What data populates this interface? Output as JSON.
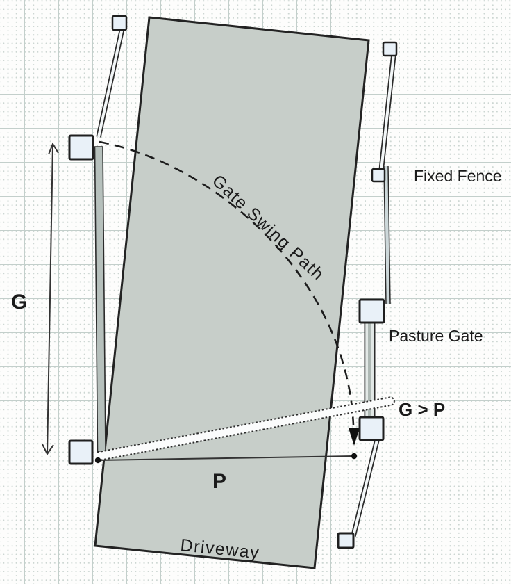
{
  "diagram": {
    "labels": {
      "fixed_fence": "Fixed Fence",
      "pasture_gate": "Pasture Gate",
      "gate_swing_path": "Gate Swing Path",
      "driveway": "Driveway",
      "gate_dimension": "G",
      "post_spacing_dimension": "P",
      "rule": "G > P"
    },
    "colors": {
      "driveway_fill": "#c7cec9",
      "post_fill": "#e9f1f8",
      "gate_bar_fill": "#b6c0bc",
      "open_gate_fill": "#fbfcfc",
      "outline": "#222222",
      "grid_major": "#c3cfcb",
      "grid_minor": "#ccd6d2",
      "text": "#1a1a1a"
    }
  }
}
